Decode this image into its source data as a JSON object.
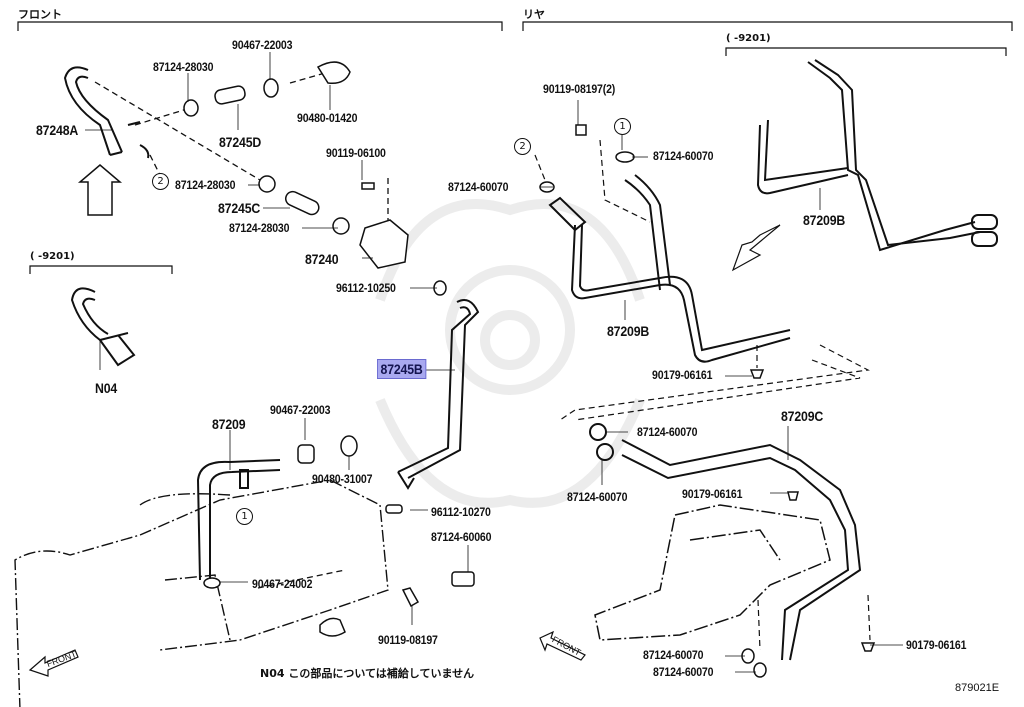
{
  "sections": {
    "front": {
      "title": "フロント"
    },
    "rear": {
      "title": "リヤ"
    }
  },
  "date_ranges": {
    "front_alt": "(      -9201)",
    "rear_alt": "(      -9201)"
  },
  "callouts": {
    "one": "1",
    "two": "2"
  },
  "direction": {
    "front_label": "FRONT"
  },
  "parts": {
    "p_90467_22003_top": "90467-22003",
    "p_87124_28030_top": "87124-28030",
    "p_90480_01420": "90480-01420",
    "p_87248A": "87248A",
    "p_87245D": "87245D",
    "p_90119_06100": "90119-06100",
    "p_87124_28030_mid": "87124-28030",
    "p_87245C": "87245C",
    "p_87124_28030_low": "87124-28030",
    "p_87240": "87240",
    "p_96112_10250": "96112-10250",
    "p_N04": "N04",
    "p_87245B": "87245B",
    "p_87209": "87209",
    "p_90467_22003_low": "90467-22003",
    "p_90480_31007": "90480-31007",
    "p_96112_10270": "96112-10270",
    "p_87124_60060": "87124-60060",
    "p_90467_24002": "90467-24002",
    "p_90119_08197": "90119-08197",
    "r_90119_08197_2": "90119-08197(2)",
    "r_87124_60070_a": "87124-60070",
    "r_87124_60070_b": "87124-60070",
    "r_87209B_alt": "87209B",
    "r_87209B": "87209B",
    "r_90179_06161_a": "90179-06161",
    "r_87209C": "87209C",
    "r_87124_60070_c": "87124-60070",
    "r_87124_60070_d": "87124-60070",
    "r_90179_06161_b": "90179-06161",
    "r_87124_60070_e": "87124-60070",
    "r_87124_60070_f": "87124-60070",
    "r_90179_06161_c": "90179-06161"
  },
  "highlighted_part": "87245B",
  "note": "N04  この部品については補給していません",
  "figure_code": "879021E",
  "colors": {
    "highlight": "#a9a9f0",
    "highlight_border": "#6a6ad0",
    "line": "#111111",
    "watermark": "#ececec"
  }
}
